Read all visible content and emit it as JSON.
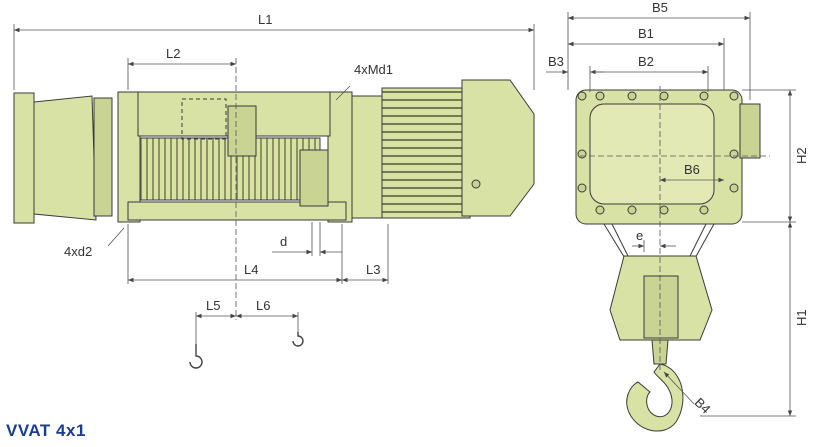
{
  "title": "VVAT 4x1",
  "colors": {
    "body": "#d9e2a5",
    "body_dark": "#b9c486",
    "outline": "#3a3a3a",
    "dim_line": "#555555",
    "title": "#1a3d8f"
  },
  "labels": {
    "L1": "L1",
    "L2": "L2",
    "L3": "L3",
    "L4": "L4",
    "L5": "L5",
    "L6": "L6",
    "Md1": "4xMd1",
    "d2": "4xd2",
    "d": "d",
    "B1": "B1",
    "B2": "B2",
    "B3": "B3",
    "B4": "B4",
    "B5": "B5",
    "B6": "B6",
    "H1": "H1",
    "H2": "H2",
    "e": "e"
  }
}
